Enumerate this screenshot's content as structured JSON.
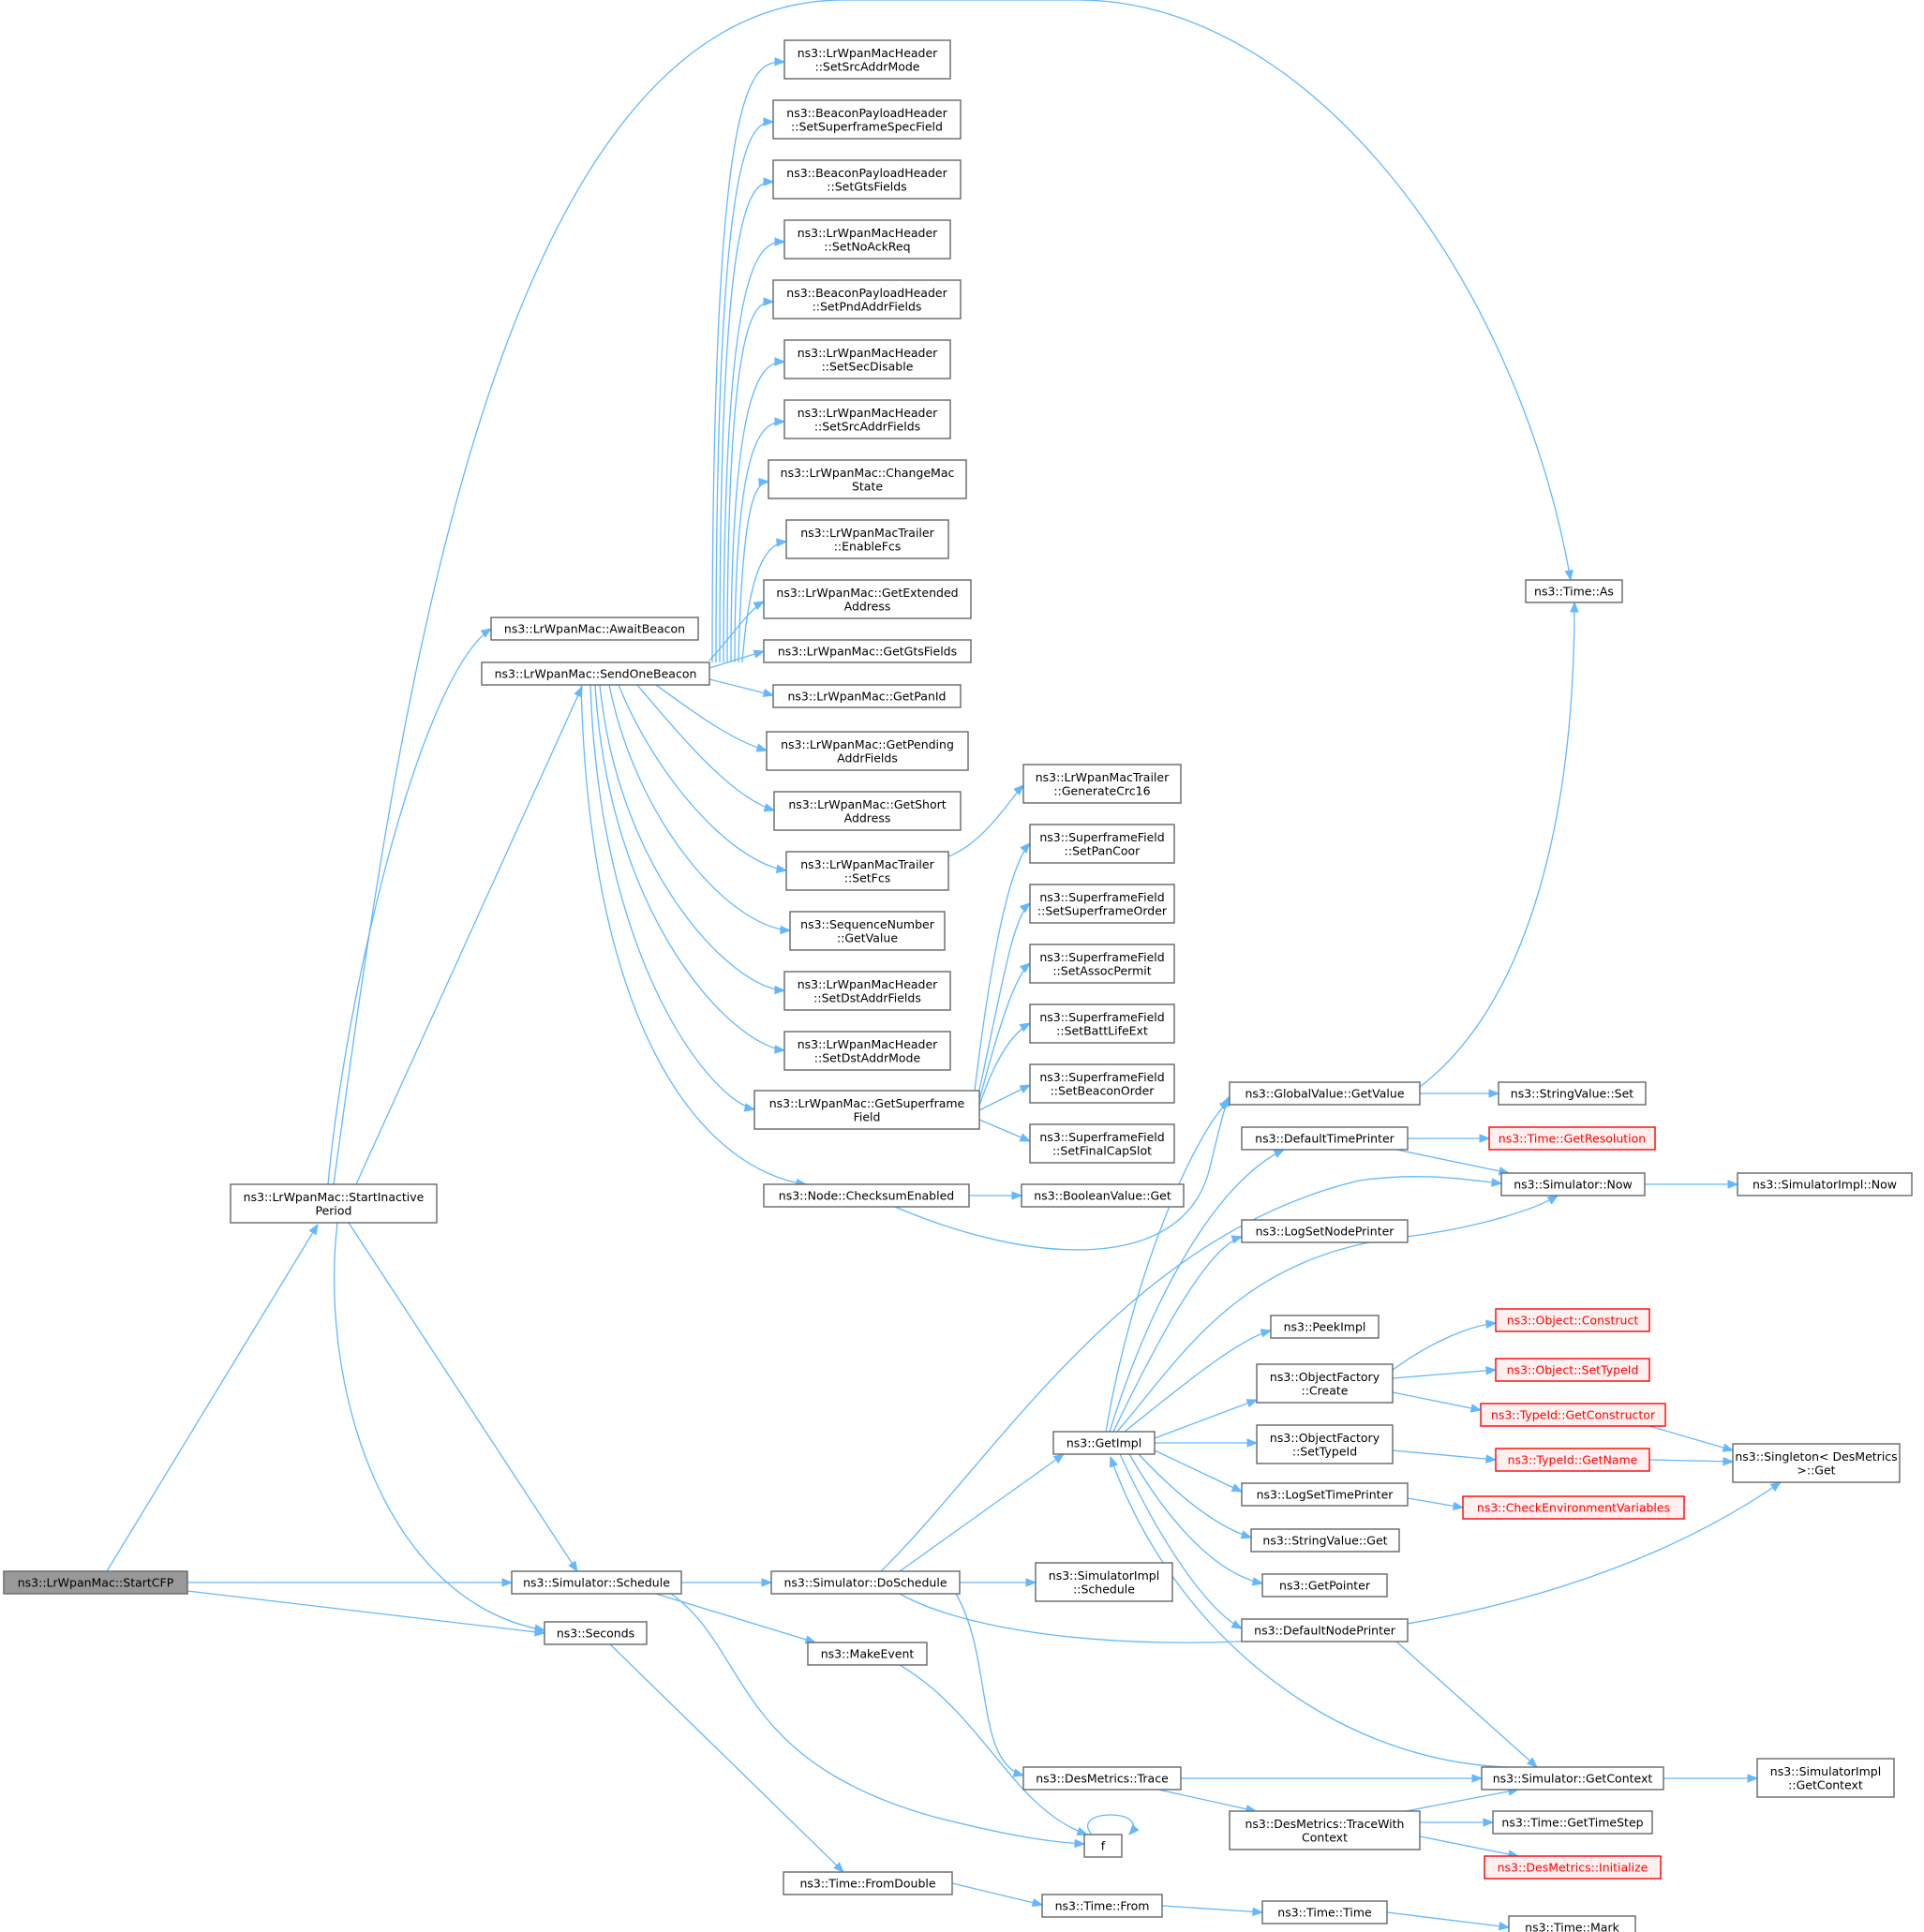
{
  "theme": {
    "edge_color": "#63b8ff",
    "node_border": "#666666",
    "root_fill": "#999999",
    "truncated_border": "#ff0000"
  },
  "nodes": [
    {
      "id": "startCFP",
      "lines": [
        "ns3::LrWpanMac::StartCFP"
      ]
    },
    {
      "id": "startInactive",
      "lines": [
        "ns3::LrWpanMac::StartInactive",
        "Period"
      ]
    },
    {
      "id": "awaitBeacon",
      "lines": [
        "ns3::LrWpanMac::AwaitBeacon"
      ]
    },
    {
      "id": "sendOneBeacon",
      "lines": [
        "ns3::LrWpanMac::SendOneBeacon"
      ]
    },
    {
      "id": "setSrcAddrMode",
      "lines": [
        "ns3::LrWpanMacHeader",
        "::SetSrcAddrMode"
      ]
    },
    {
      "id": "setSuperframeSpec",
      "lines": [
        "ns3::BeaconPayloadHeader",
        "::SetSuperframeSpecField"
      ]
    },
    {
      "id": "setGtsFields",
      "lines": [
        "ns3::BeaconPayloadHeader",
        "::SetGtsFields"
      ]
    },
    {
      "id": "setNoAckReq",
      "lines": [
        "ns3::LrWpanMacHeader",
        "::SetNoAckReq"
      ]
    },
    {
      "id": "setPndAddrFields",
      "lines": [
        "ns3::BeaconPayloadHeader",
        "::SetPndAddrFields"
      ]
    },
    {
      "id": "setSecDisable",
      "lines": [
        "ns3::LrWpanMacHeader",
        "::SetSecDisable"
      ]
    },
    {
      "id": "setSrcAddrFields",
      "lines": [
        "ns3::LrWpanMacHeader",
        "::SetSrcAddrFields"
      ]
    },
    {
      "id": "changeMacState",
      "lines": [
        "ns3::LrWpanMac::ChangeMac",
        "State"
      ]
    },
    {
      "id": "enableFcs",
      "lines": [
        "ns3::LrWpanMacTrailer",
        "::EnableFcs"
      ]
    },
    {
      "id": "getExtAddr",
      "lines": [
        "ns3::LrWpanMac::GetExtended",
        "Address"
      ]
    },
    {
      "id": "getGtsFields",
      "lines": [
        "ns3::LrWpanMac::GetGtsFields"
      ]
    },
    {
      "id": "getPanId",
      "lines": [
        "ns3::LrWpanMac::GetPanId"
      ]
    },
    {
      "id": "getPendingAddr",
      "lines": [
        "ns3::LrWpanMac::GetPending",
        "AddrFields"
      ]
    },
    {
      "id": "getShortAddr",
      "lines": [
        "ns3::LrWpanMac::GetShort",
        "Address"
      ]
    },
    {
      "id": "setFcs",
      "lines": [
        "ns3::LrWpanMacTrailer",
        "::SetFcs"
      ]
    },
    {
      "id": "seqGetValue",
      "lines": [
        "ns3::SequenceNumber",
        "::GetValue"
      ]
    },
    {
      "id": "setDstAddrFields",
      "lines": [
        "ns3::LrWpanMacHeader",
        "::SetDstAddrFields"
      ]
    },
    {
      "id": "setDstAddrMode",
      "lines": [
        "ns3::LrWpanMacHeader",
        "::SetDstAddrMode"
      ]
    },
    {
      "id": "getSuperframe",
      "lines": [
        "ns3::LrWpanMac::GetSuperframe",
        "Field"
      ]
    },
    {
      "id": "checksumEnabled",
      "lines": [
        "ns3::Node::ChecksumEnabled"
      ]
    },
    {
      "id": "generateCrc16",
      "lines": [
        "ns3::LrWpanMacTrailer",
        "::GenerateCrc16"
      ]
    },
    {
      "id": "sfPanCoor",
      "lines": [
        "ns3::SuperframeField",
        "::SetPanCoor"
      ]
    },
    {
      "id": "sfSuperframeOrder",
      "lines": [
        "ns3::SuperframeField",
        "::SetSuperframeOrder"
      ]
    },
    {
      "id": "sfAssocPermit",
      "lines": [
        "ns3::SuperframeField",
        "::SetAssocPermit"
      ]
    },
    {
      "id": "sfBattLifeExt",
      "lines": [
        "ns3::SuperframeField",
        "::SetBattLifeExt"
      ]
    },
    {
      "id": "sfBeaconOrder",
      "lines": [
        "ns3::SuperframeField",
        "::SetBeaconOrder"
      ]
    },
    {
      "id": "sfFinalCapSlot",
      "lines": [
        "ns3::SuperframeField",
        "::SetFinalCapSlot"
      ]
    },
    {
      "id": "booleanGet",
      "lines": [
        "ns3::BooleanValue::Get"
      ]
    },
    {
      "id": "timeAs",
      "lines": [
        "ns3::Time::As"
      ]
    },
    {
      "id": "globalGetValue",
      "lines": [
        "ns3::GlobalValue::GetValue"
      ]
    },
    {
      "id": "stringSet",
      "lines": [
        "ns3::StringValue::Set"
      ]
    },
    {
      "id": "defaultTimePrinter",
      "lines": [
        "ns3::DefaultTimePrinter"
      ]
    },
    {
      "id": "getResolution",
      "lines": [
        "ns3::Time::GetResolution"
      ]
    },
    {
      "id": "simNow",
      "lines": [
        "ns3::Simulator::Now"
      ]
    },
    {
      "id": "implNow",
      "lines": [
        "ns3::SimulatorImpl::Now"
      ]
    },
    {
      "id": "logSetNodePrinter",
      "lines": [
        "ns3::LogSetNodePrinter"
      ]
    },
    {
      "id": "peekImpl",
      "lines": [
        "ns3::PeekImpl"
      ]
    },
    {
      "id": "objConstruct",
      "lines": [
        "ns3::Object::Construct"
      ]
    },
    {
      "id": "ofCreate",
      "lines": [
        "ns3::ObjectFactory",
        "::Create"
      ]
    },
    {
      "id": "objSetTypeId",
      "lines": [
        "ns3::Object::SetTypeId"
      ]
    },
    {
      "id": "getConstructor",
      "lines": [
        "ns3::TypeId::GetConstructor"
      ]
    },
    {
      "id": "getImpl",
      "lines": [
        "ns3::GetImpl"
      ]
    },
    {
      "id": "ofSetTypeId",
      "lines": [
        "ns3::ObjectFactory",
        "::SetTypeId"
      ]
    },
    {
      "id": "typeIdGetName",
      "lines": [
        "ns3::TypeId::GetName"
      ]
    },
    {
      "id": "singletonGet",
      "lines": [
        "ns3::Singleton< DesMetrics",
        " >::Get"
      ]
    },
    {
      "id": "logSetTimePrinter",
      "lines": [
        "ns3::LogSetTimePrinter"
      ]
    },
    {
      "id": "checkEnv",
      "lines": [
        "ns3::CheckEnvironmentVariables"
      ]
    },
    {
      "id": "stringGet",
      "lines": [
        "ns3::StringValue::Get"
      ]
    },
    {
      "id": "getPointer",
      "lines": [
        "ns3::GetPointer"
      ]
    },
    {
      "id": "defaultNodePrinter",
      "lines": [
        "ns3::DefaultNodePrinter"
      ]
    },
    {
      "id": "simSchedule",
      "lines": [
        "ns3::Simulator::Schedule"
      ]
    },
    {
      "id": "doSchedule",
      "lines": [
        "ns3::Simulator::DoSchedule"
      ]
    },
    {
      "id": "implSchedule",
      "lines": [
        "ns3::SimulatorImpl",
        "::Schedule"
      ]
    },
    {
      "id": "seconds",
      "lines": [
        "ns3::Seconds"
      ]
    },
    {
      "id": "makeEvent",
      "lines": [
        "ns3::MakeEvent"
      ]
    },
    {
      "id": "desTrace",
      "lines": [
        "ns3::DesMetrics::Trace"
      ]
    },
    {
      "id": "simGetContext",
      "lines": [
        "ns3::Simulator::GetContext"
      ]
    },
    {
      "id": "implGetContext",
      "lines": [
        "ns3::SimulatorImpl",
        "::GetContext"
      ]
    },
    {
      "id": "traceWithContext",
      "lines": [
        "ns3::DesMetrics::TraceWith",
        "Context"
      ]
    },
    {
      "id": "getTimeStep",
      "lines": [
        "ns3::Time::GetTimeStep"
      ]
    },
    {
      "id": "desInitialize",
      "lines": [
        "ns3::DesMetrics::Initialize"
      ]
    },
    {
      "id": "f",
      "lines": [
        "f"
      ]
    },
    {
      "id": "fromDouble",
      "lines": [
        "ns3::Time::FromDouble"
      ]
    },
    {
      "id": "timeFrom",
      "lines": [
        "ns3::Time::From"
      ]
    },
    {
      "id": "timeTime",
      "lines": [
        "ns3::Time::Time"
      ]
    },
    {
      "id": "timeMark",
      "lines": [
        "ns3::Time::Mark"
      ]
    }
  ]
}
